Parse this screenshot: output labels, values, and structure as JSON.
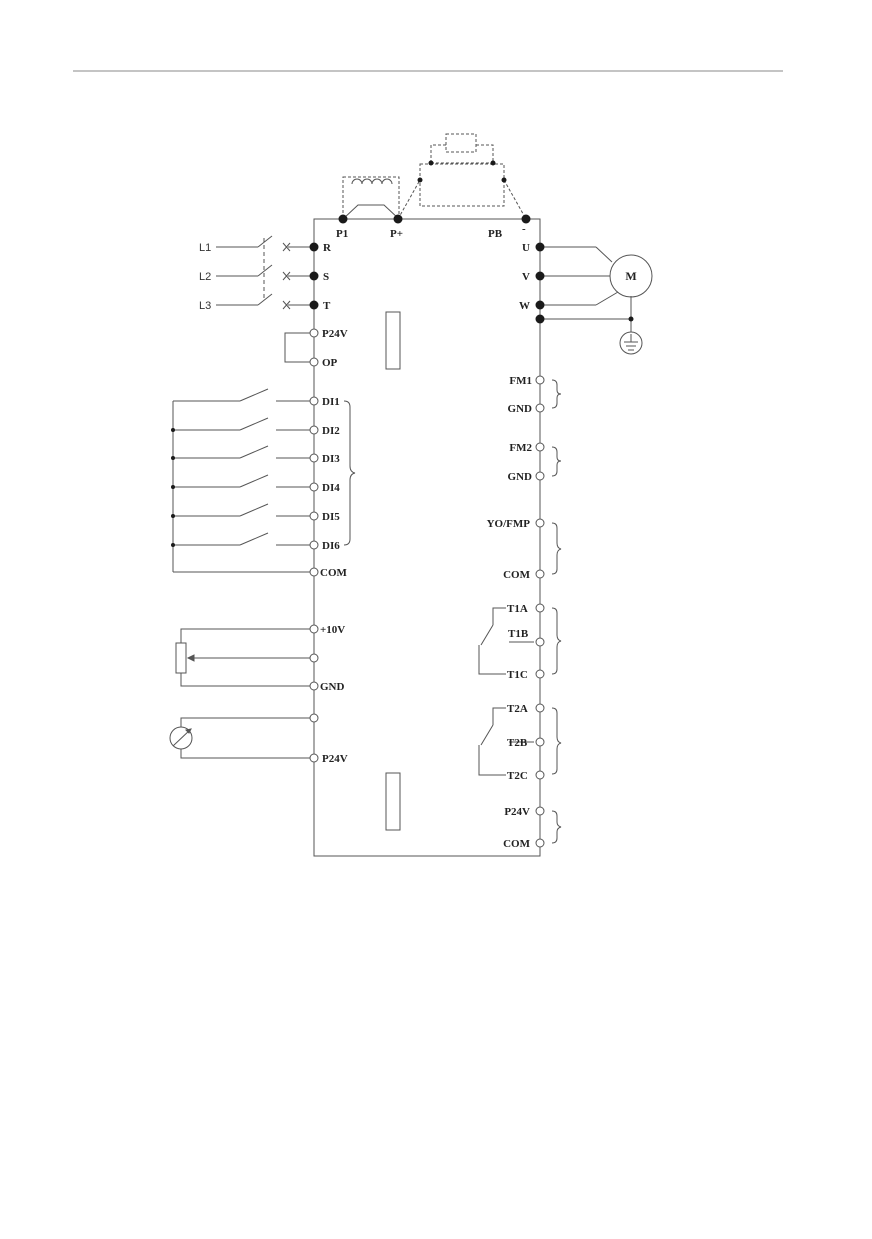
{
  "colors": {
    "line": "#555555",
    "text": "#222222",
    "header_rule": "#888888"
  },
  "supply": {
    "L1": "L1",
    "L2": "L2",
    "L3": "L3"
  },
  "dc_terminals": {
    "p1": "P1",
    "p_plus": "P+",
    "pb": "PB",
    "minus": "-"
  },
  "power_in": {
    "r": "R",
    "s": "S",
    "t": "T"
  },
  "power_out": {
    "u": "U",
    "v": "V",
    "w": "W"
  },
  "motor": {
    "label": "M"
  },
  "left_terminals": {
    "p24v_top": "P24V",
    "op": "OP",
    "di1": "DI1",
    "di2": "DI2",
    "di3": "DI3",
    "di4": "DI4",
    "di5": "DI5",
    "di6": "DI6",
    "com": "COM",
    "plus10v": "+10V",
    "gnd": "GND",
    "p24v_bottom": "P24V"
  },
  "right_terminals": {
    "fm1": "FM1",
    "gnd1": "GND",
    "fm2": "FM2",
    "gnd2": "GND",
    "yo_fmp": "YO/FMP",
    "com1": "COM",
    "t1a": "T1A",
    "t1b": "T1B",
    "t1c": "T1C",
    "t2a": "T2A",
    "t2b": "T2B",
    "t2c": "T2C",
    "p24v": "P24V",
    "com2": "COM"
  },
  "icons": {
    "ground": "ground-icon",
    "meter": "meter-icon",
    "potentiometer": "potentiometer-icon",
    "motor": "motor-icon",
    "reactor": "inductor-icon",
    "brake_resistor": "resistor-icon"
  }
}
